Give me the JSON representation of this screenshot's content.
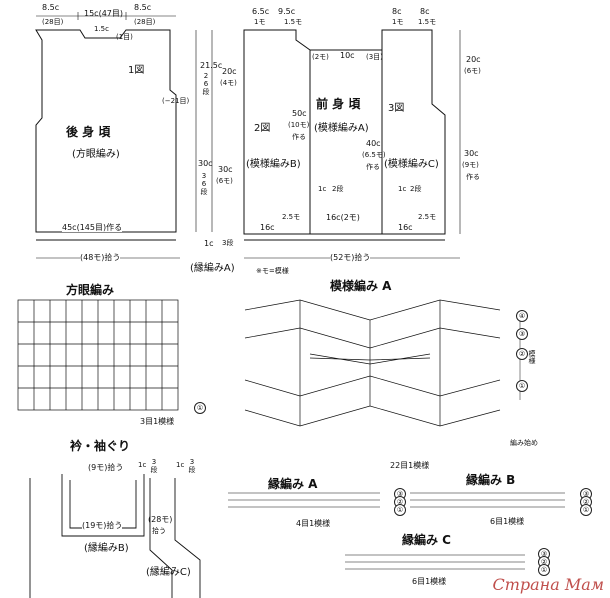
{
  "top": {
    "back": {
      "title": "後 身 頃",
      "subtitle": "(方眼編み)",
      "fig": "1図",
      "shoulder_left": "8.5c",
      "shoulder_left_sub": "(28目)",
      "neck_width": "15c(47目)",
      "shoulder_right": "8.5c",
      "shoulder_right_sub": "(28目)",
      "neck_drop": "1.5c",
      "neck_drop_sub": "(1目)",
      "armhole_depth_a": "21.5c",
      "armhole_depth_a_rows": "26段",
      "armhole_rows_b": "20c",
      "armhole_rows_b_sub": "(4モ)",
      "side_note": "(−21目)",
      "lower_a": "30c",
      "lower_a_rows": "36段",
      "lower_b": "30c",
      "lower_b_sub": "(6モ)",
      "hem_width": "45c(145目)作る",
      "total_width": "(48モ)拾う"
    },
    "front": {
      "title": "前 身 頃",
      "pattern": "(模様編みA)",
      "fig_left": "2図",
      "fig_right": "3図",
      "left_pattern": "(模様編みB)",
      "right_pattern": "(模様編みC)",
      "top_left_a": "6.5c",
      "top_left_a_sub": "1モ",
      "top_left_b": "9.5c",
      "top_left_b_sub": "1.5モ",
      "top_right_a": "8c",
      "top_right_a_sub": "1モ",
      "top_right_b": "8c",
      "top_right_b_sub": "1.5モ",
      "center_top": "10c",
      "center_top_left": "(2モ)",
      "center_top_right": "(3目)",
      "side_right": "20c",
      "side_right_sub": "(6モ)",
      "mid_left": "50c",
      "mid_left_sub": "(10モ)",
      "mid_left_note": "作る",
      "mid_right": "40c",
      "mid_right_sub": "(6.5モ)",
      "mid_right_note": "作る",
      "side_lower": "30c",
      "side_lower_sub": "(9モ)",
      "side_lower_note": "作る",
      "small_left": "1c",
      "small_left_sub": "2段",
      "small_right": "1c",
      "small_right_sub": "2段",
      "bottom_left": "16c",
      "bottom_left_sub": "2.5モ",
      "bottom_center": "16c(2モ)",
      "bottom_right": "16c",
      "bottom_right_sub": "2.5モ",
      "total_width": "(52モ)拾う",
      "edge_label": "1c",
      "edge_label_sub": "3段",
      "edging": "(縁編みA)",
      "legend": "※モ=模様"
    }
  },
  "charts": {
    "mesh": {
      "title": "方眼編み",
      "repeat": "3目1模様",
      "row_marker": "①"
    },
    "pattern_a": {
      "title": "模様編み A",
      "repeat": "22目1模様",
      "side_label": "模様",
      "start_note": "編み始め",
      "rows": [
        "④",
        "③",
        "②",
        "①"
      ]
    },
    "collar": {
      "title": "衿・袖ぐり",
      "pickup_top": "(9モ)拾う",
      "pickup_mid": "(19モ)拾う",
      "pattern_b": "(縁編みB)",
      "pickup_side": "(28モ)",
      "pickup_side_note": "拾う",
      "pattern_c": "(縁編みC)",
      "tag_left": "1c",
      "tag_left_sub": "3段",
      "tag_right": "1c",
      "tag_right_sub": "3段"
    },
    "edging_a": {
      "title": "縁編み A",
      "repeat": "4目1模様",
      "rows": [
        "③",
        "②",
        "①"
      ]
    },
    "edging_b": {
      "title": "縁編み B",
      "repeat": "6目1模様",
      "rows": [
        "③",
        "②",
        "①"
      ]
    },
    "edging_c": {
      "title": "縁編み C",
      "repeat": "6目1模様",
      "rows": [
        "③",
        "②",
        "①"
      ]
    }
  },
  "watermark": "Страна Мам"
}
